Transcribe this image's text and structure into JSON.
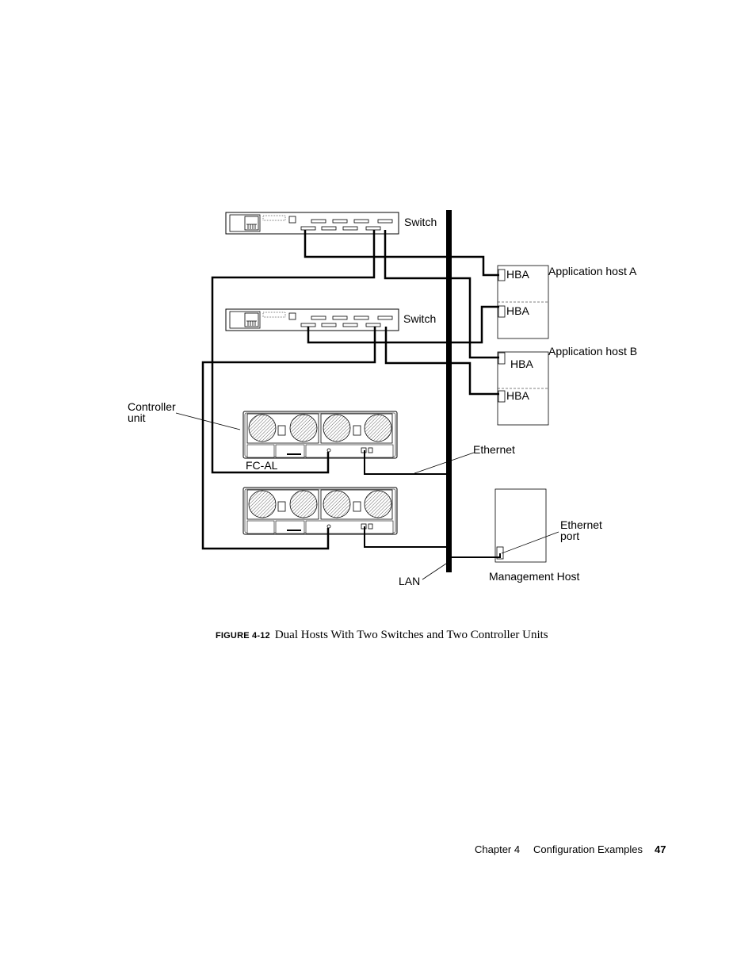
{
  "labels": {
    "switch_top": "Switch",
    "switch_bottom": "Switch",
    "app_host_a": "Application host A",
    "app_host_b": "Application host B",
    "hba_a1": "HBA",
    "hba_a2": "HBA",
    "hba_b1": "HBA",
    "hba_b2": "HBA",
    "controller_unit_line1": "Controller",
    "controller_unit_line2": "unit",
    "fc_al": "FC-AL",
    "ethernet": "Ethernet",
    "ethernet_port_line1": "Ethernet",
    "ethernet_port_line2": "port",
    "management_host": "Management Host",
    "lan": "LAN"
  },
  "caption": {
    "figure_label": "FIGURE 4-12",
    "text": "Dual Hosts With Two Switches and Two Controller Units"
  },
  "footer": {
    "chapter": "Chapter 4",
    "title": "Configuration Examples",
    "page": "47"
  }
}
